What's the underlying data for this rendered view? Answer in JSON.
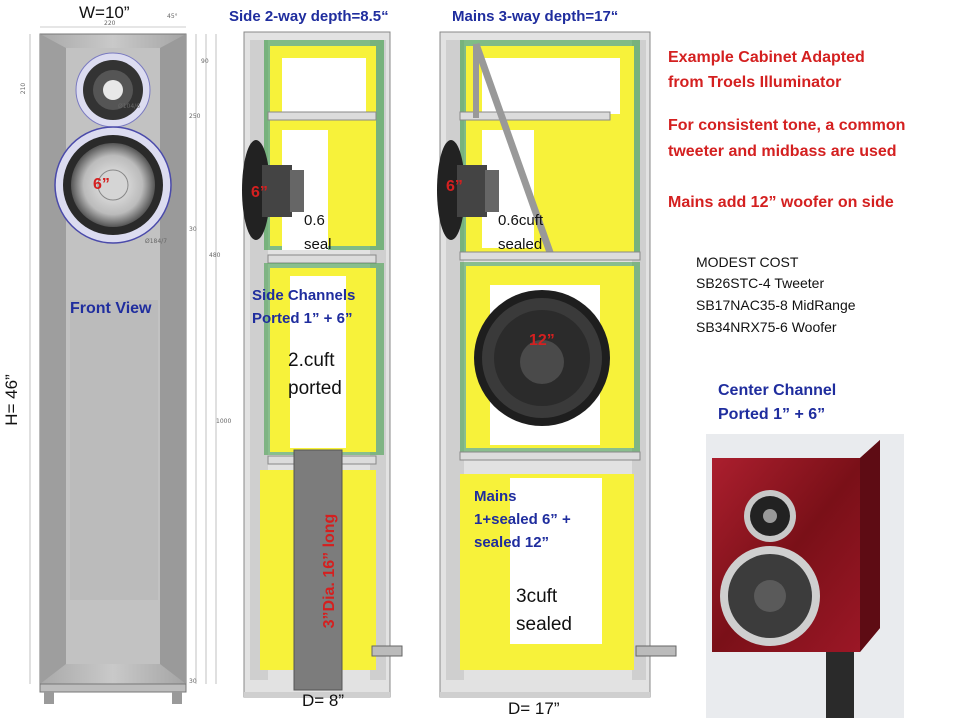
{
  "front": {
    "width_label": "W=10”",
    "height_label": "H= 46”",
    "driver_label": "6”",
    "view_label": "Front View",
    "dims": [
      "220",
      "45°",
      "90",
      "210",
      "250",
      "Ø104/6",
      "480",
      "30",
      "Ø184/7",
      "1000",
      "30"
    ]
  },
  "side2way": {
    "title": "Side 2-way depth=8.5“",
    "driver_label": "6”",
    "box_volume": [
      "0.6",
      "seal"
    ],
    "channels_label": [
      "Side Channels",
      "Ported 1” + 6”"
    ],
    "lower_volume": [
      "2.cuft",
      "ported"
    ],
    "port_label": "3”Dia.  16” long",
    "depth_label": "D= 8”"
  },
  "mains3way": {
    "title": "Mains 3-way depth=17“",
    "driver_label": "6”",
    "mid_volume": [
      "0.6cuft",
      "sealed"
    ],
    "woofer_label": "12”",
    "mains_label": [
      "Mains",
      "1+sealed 6” +",
      "sealed 12”"
    ],
    "lower_volume": [
      "3cuft",
      "sealed"
    ],
    "depth_label": "D= 17”"
  },
  "notes": {
    "example": [
      "Example Cabinet Adapted",
      "from Troels Illuminator"
    ],
    "tone": [
      "For consistent tone, a common",
      "tweeter and midbass are used"
    ],
    "mains_add": "Mains add 12” woofer on side"
  },
  "parts": [
    "MODEST COST",
    "SB26STC-4 Tweeter",
    "SB17NAC35-8  MidRange",
    "SB34NRX75-6 Woofer"
  ],
  "center": {
    "label": [
      "Center Channel",
      "Ported 1” + 6”"
    ]
  },
  "colors": {
    "accent_blue": "#1f2d9e",
    "accent_red": "#d42020",
    "damping": "#f7f23a",
    "seal_green": "#2f9a3a",
    "cabinet_gray": "#bfbfbf",
    "wood_red": "#8c1520"
  }
}
